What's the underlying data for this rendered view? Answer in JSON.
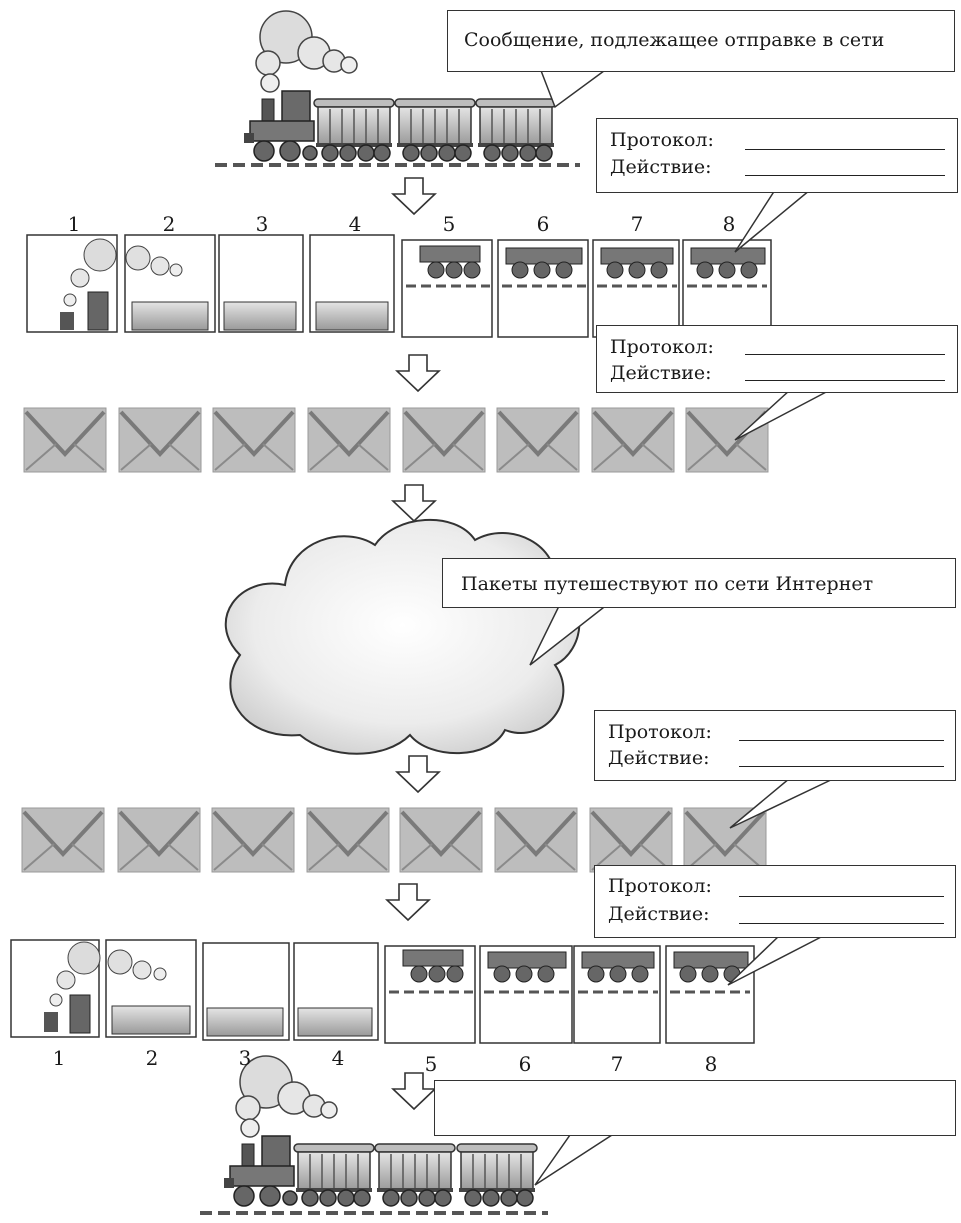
{
  "message_callout": "Сообщение, подлежащее отправке в сети",
  "internet_callout": "Пакеты путешествуют по сети Интернет",
  "final_callout": "",
  "protocol_label": "Протокол:",
  "action_label": "Действие:",
  "packet_numbers": [
    "1",
    "2",
    "3",
    "4",
    "5",
    "6",
    "7",
    "8"
  ]
}
